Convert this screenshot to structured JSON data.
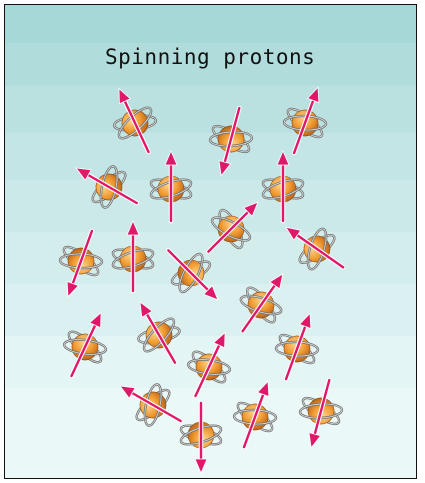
{
  "figure": {
    "title": "Spinning protons"
  },
  "colors": {
    "background_top": "#a6d8d8",
    "background_bottom": "#ebf8f8",
    "proton": "#f09a30",
    "orbit": "#6e6e6e",
    "spin_arrow": "#e0186a"
  },
  "protons": [
    {
      "dir": -25
    },
    {
      "dir": 195
    },
    {
      "dir": 20
    },
    {
      "dir": -60
    },
    {
      "dir": 0
    },
    {
      "dir": 0
    },
    {
      "dir": 45
    },
    {
      "dir": -55
    },
    {
      "dir": 200
    },
    {
      "dir": 0
    },
    {
      "dir": 135
    },
    {
      "dir": 35
    },
    {
      "dir": 25
    },
    {
      "dir": -30
    },
    {
      "dir": 25
    },
    {
      "dir": 20
    },
    {
      "dir": -60
    },
    {
      "dir": 180
    },
    {
      "dir": 20
    },
    {
      "dir": 195
    }
  ]
}
